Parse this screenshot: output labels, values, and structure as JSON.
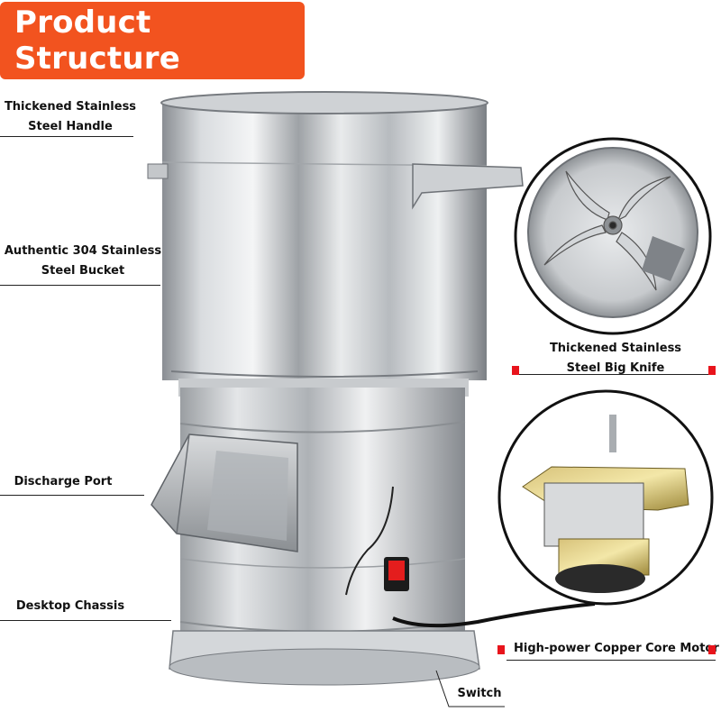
{
  "title": "Product Structure",
  "labels": {
    "handle": [
      "Thickened Stainless",
      "Steel Handle"
    ],
    "bucket": [
      "Authentic 304 Stainless",
      "Steel Bucket"
    ],
    "discharge": "Discharge Port",
    "chassis": "Desktop Chassis",
    "knife": [
      "Thickened Stainless",
      "Steel Big Knife"
    ],
    "motor": "High-power Copper Core Motor",
    "switch": "Switch"
  },
  "colors": {
    "banner": "#f2531f",
    "accent_red": "#e8141c",
    "steel_light": "#e6e8ea",
    "steel_dark": "#7d8186"
  },
  "icons": [
    "knife-blade-icon",
    "motor-icon",
    "power-switch-icon"
  ]
}
